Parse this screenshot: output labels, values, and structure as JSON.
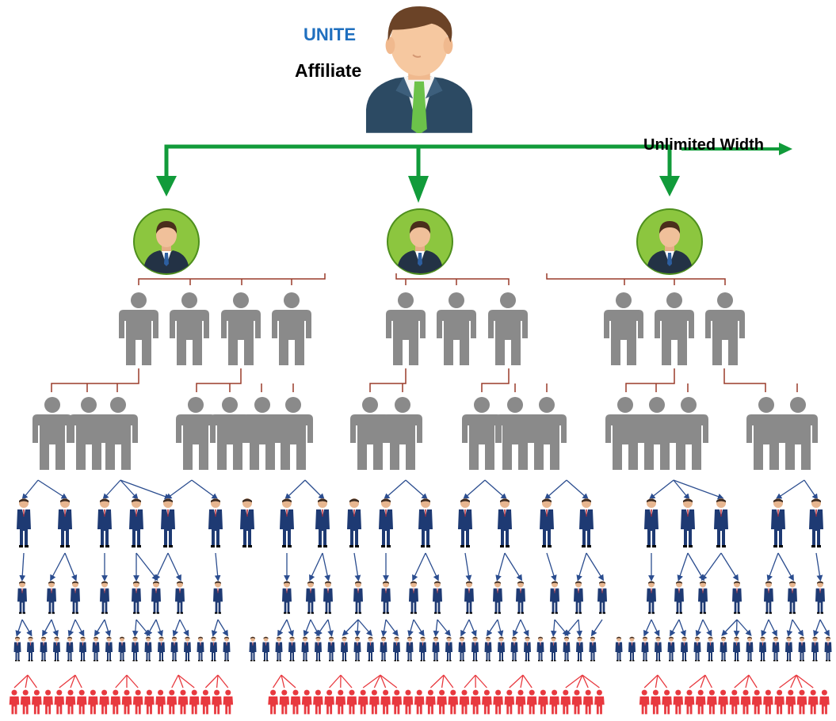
{
  "header": {
    "brand": "UNITE",
    "role": "Affiliate"
  },
  "annotations": {
    "width_label": "Unlimited Width"
  },
  "icons": {
    "top": "businessman-avatar-icon",
    "level1": "businessman-avatar-icon",
    "level2": "person-silhouette-icon",
    "level3": "person-silhouette-icon",
    "deep": "businessman-figure-icon",
    "deepest": "person-figure-icon"
  },
  "colors": {
    "brand": "#1f6fbf",
    "arrow": "#119b3a",
    "avatar_circle": "#8cc63f",
    "silhouette": "#8a8a8a",
    "connector": "#9a3b2a",
    "deep_figure": "#1e3a73",
    "deepest_figure": "#e8393f"
  }
}
